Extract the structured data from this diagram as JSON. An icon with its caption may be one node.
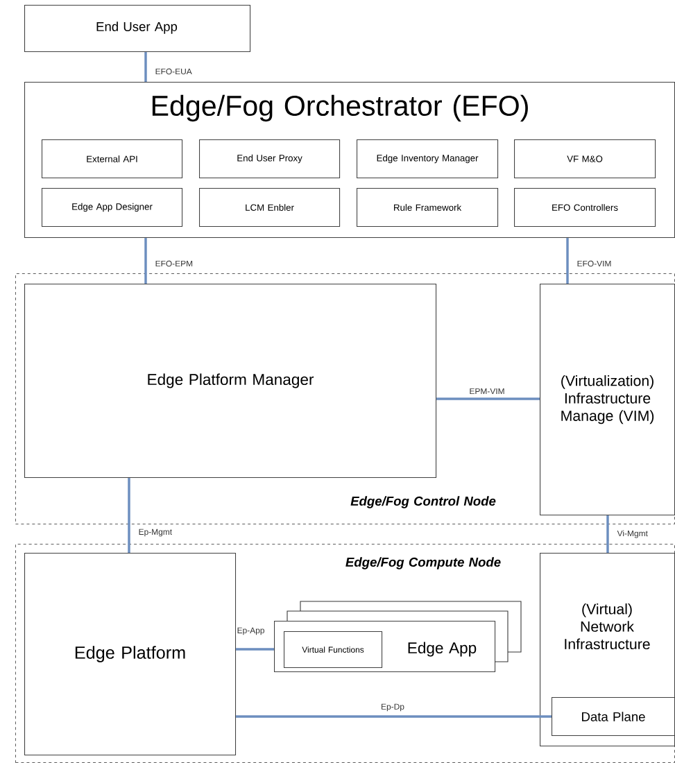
{
  "diagram": {
    "nodes": [
      {
        "text": [
          "End User App"
        ]
      },
      {
        "text": [
          "Edge/Fog Orchestrator (EFO)"
        ]
      },
      {
        "text": [
          "External API"
        ],
        "in": 1
      },
      {
        "text": [
          "End User Proxy"
        ],
        "in": 1
      },
      {
        "text": [
          "Edge Inventory Manager"
        ],
        "in": 1
      },
      {
        "text": [
          "VF M&O"
        ],
        "in": 1
      },
      {
        "text": [
          "Edge App Designer"
        ],
        "in": 1
      },
      {
        "text": [
          "LCM Enbler"
        ],
        "in": 1
      },
      {
        "text": [
          "Rule Framework"
        ],
        "in": 1
      },
      {
        "text": [
          "EFO Controllers"
        ],
        "in": 1
      },
      {
        "text": [
          "Edge/Fog Control Node"
        ]
      },
      {
        "text": [
          "Edge Platform Manager"
        ],
        "in": 10
      },
      {
        "text": [
          "(Virtualization) Infrastructure Manage (VIM)"
        ],
        "in": 10
      },
      {
        "text": [
          "Edge/Fog Compute Node"
        ]
      },
      {
        "text": [
          "Edge Platform"
        ],
        "in": 13
      },
      {
        "text": [
          "Edge App"
        ],
        "in": 13
      },
      {
        "text": [
          "Virtual Functions"
        ],
        "in": 15
      },
      {
        "text": [
          "(Virtual) Network Infrastructure"
        ],
        "in": 13
      },
      {
        "text": [
          "Data Plane"
        ],
        "in": 17
      }
    ],
    "edges": [
      {
        "from": 0,
        "to": 1,
        "arrow": "none",
        "label": "EFO-EUA"
      },
      {
        "from": 1,
        "to": 11,
        "arrow": "none",
        "label": "EFO-EPM"
      },
      {
        "from": 1,
        "to": 12,
        "arrow": "none",
        "label": "EFO-VIM"
      },
      {
        "from": 11,
        "to": 12,
        "arrow": "none",
        "label": "EPM-VIM"
      },
      {
        "from": 11,
        "to": 14,
        "arrow": "none",
        "label": "Ep-Mgmt"
      },
      {
        "from": 12,
        "to": 17,
        "arrow": "none",
        "label": "Vi-Mgmt"
      },
      {
        "from": 14,
        "to": 15,
        "arrow": "none",
        "label": "Ep-App"
      },
      {
        "from": 14,
        "to": 18,
        "arrow": "none",
        "label": "Ep-Dp"
      }
    ]
  }
}
